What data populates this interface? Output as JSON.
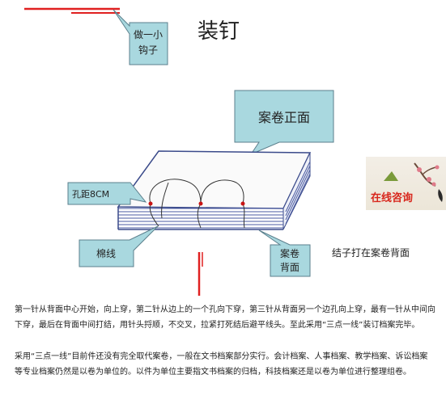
{
  "title": "装钉",
  "callouts": {
    "hook": [
      "做一小",
      "钩子"
    ],
    "front": "案卷正面",
    "hole_distance": "孔距8CM",
    "thread": "棉线",
    "back": [
      "案卷",
      "背面"
    ]
  },
  "side_note": "结子打在案卷背面",
  "ad_label": "在线咨询",
  "paragraphs": [
    "第一针从背面中心开始，向上穿，第二针从边上的一个孔向下穿，第三针从背面另一个边孔向上穿，最有一针从中间向下穿，最后在背面中间打结，用针头捋顺，不交叉，拉紧打死结后避平线头。至此采用“三点一线”装订档案完毕。",
    "采用“三点一线”目前件还没有完全取代案卷，一般在文书档案部分实行。会计档案、人事档案、教学档案、诉讼档案等专业档案仍然是以卷为单位的。以件为单位主要指文书档案的归档，科技档案还是以卷为单位进行整理组卷。"
  ],
  "colors": {
    "callout_fill": "#a9d8df",
    "callout_stroke": "#5b7f8c",
    "thread_red": "#e02020",
    "stack_line": "#4a5aa0",
    "hole": "#c81414"
  }
}
